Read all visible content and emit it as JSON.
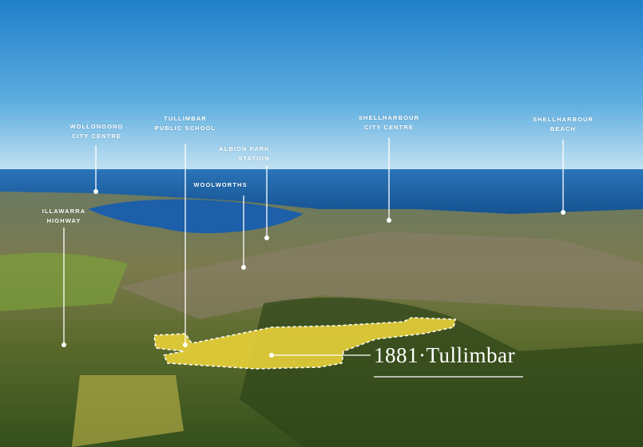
{
  "labels": {
    "wollongong": [
      "WOLLONGONG",
      "CITY CENTRE"
    ],
    "school": [
      "TULLIMBAR",
      "PUBLIC SCHOOL"
    ],
    "albion": [
      "ALBION PARK",
      "STATION"
    ],
    "woolworths": [
      "WOOLWORTHS"
    ],
    "highway": [
      "ILLAWARRA",
      "HIGHWAY"
    ],
    "shellharbour_city": [
      "SHELLHARBOUR",
      "CITY CENTRE"
    ],
    "shellharbour_beach": [
      "SHELLHARBOUR",
      "BEACH"
    ]
  },
  "development": {
    "title": "1881·Tullimbar"
  },
  "colors": {
    "sky_top": "#1f7fc9",
    "sky_horizon": "#bfe0f2",
    "ocean": "#1d5fa8",
    "site": "#e8d23a"
  }
}
